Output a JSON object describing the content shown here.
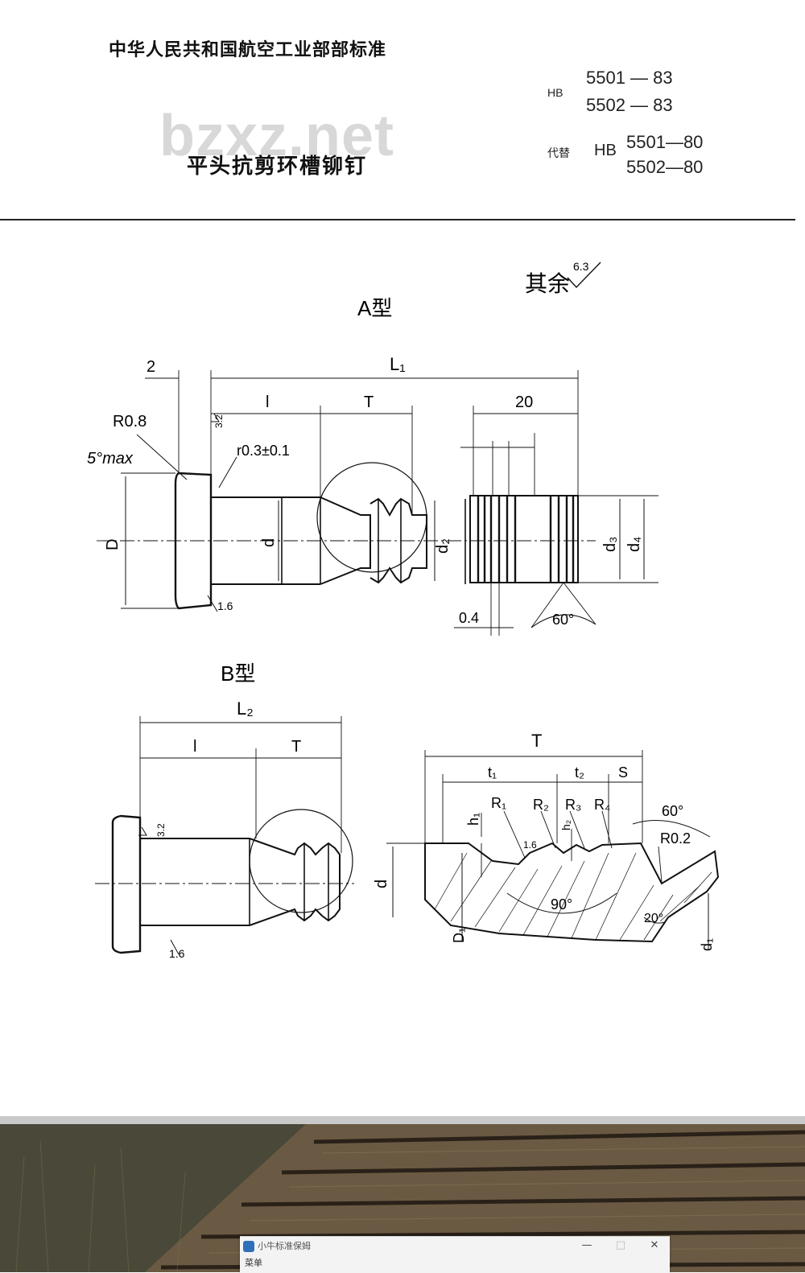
{
  "header": {
    "organization": "中华人民共和国航空工业部部标准",
    "product_name": "平头抗剪环槽铆钉",
    "watermark": "bzxz.net",
    "hb_prefix": "HB",
    "std_1": "5501 — 83",
    "std_2": "5502 — 83",
    "replace_prefix": "代替",
    "replace_hb": "HB",
    "replace_1": "5501—80",
    "replace_2": "5502—80"
  },
  "drawing": {
    "roughness_note": "其余",
    "roughness_value": "6.3",
    "type_a_title": "A型",
    "type_b_title": "B型",
    "a_labels": {
      "dim_2": "2",
      "L1": "L₁",
      "l": "l",
      "T": "T",
      "dim_20": "20",
      "R08": "R0.8",
      "rough_32": "3.2",
      "r03": "r0.3±0.1",
      "angle_5max": "5°max",
      "D": "D",
      "d": "d",
      "d2": "d₂",
      "d3": "d₃",
      "d4": "d₄",
      "rough_16": "1.6",
      "dim_04": "0.4",
      "angle_60": "60°"
    },
    "b_labels": {
      "L2": "L₂",
      "l": "l",
      "T": "T",
      "rough_32": "3.2",
      "rough_16": "1.6"
    },
    "detail_labels": {
      "T": "T",
      "t1": "t₁",
      "t2": "t₂",
      "S": "S",
      "h1": "h₁",
      "h2": "h₂",
      "R1": "R₁",
      "R2": "R₂",
      "R3": "R₃",
      "R4": "R₄",
      "angle_60": "60°",
      "R02": "R0.2",
      "rough_16": "1.6",
      "d": "d",
      "D1": "D₁",
      "d1": "d₁",
      "angle_90": "90°",
      "angle_20": "20°"
    }
  },
  "taskbar": {
    "app_title": "小牛标准保姆",
    "sub_label": "菜单",
    "minimize": "—",
    "maximize": "□",
    "close": "✕"
  },
  "icons": {
    "app": "app-logo-icon",
    "roughness": "roughness-check-icon"
  }
}
